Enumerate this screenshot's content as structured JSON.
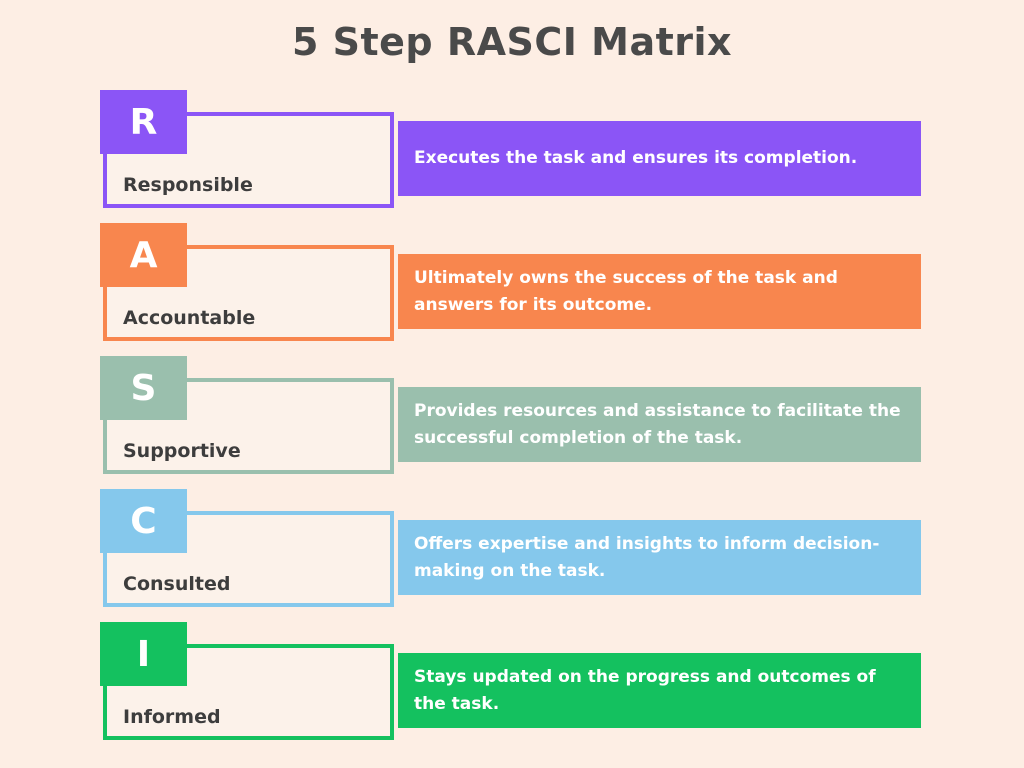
{
  "title": "5 Step RASCI Matrix",
  "colors": {
    "background": "#fdeee4",
    "title_text": "#4a4a4a",
    "label_text": "#3d3d3d",
    "box_fill": "#fcf2ea",
    "description_text": "#ffffff"
  },
  "rows": [
    {
      "letter": "R",
      "label": "Responsible",
      "description": "Executes the task and ensures its completion.",
      "color": "#8b55f6"
    },
    {
      "letter": "A",
      "label": "Accountable",
      "description": "Ultimately owns the success of the task and answers for its outcome.",
      "color": "#f8864e"
    },
    {
      "letter": "S",
      "label": "Supportive",
      "description": "Provides resources and assistance to facilitate the successful completion of the task.",
      "color": "#9abfad"
    },
    {
      "letter": "C",
      "label": "Consulted",
      "description": "Offers expertise and insights to inform decision-making on the task.",
      "color": "#85c8ec"
    },
    {
      "letter": "I",
      "label": "Informed",
      "description": "Stays updated on the progress and outcomes of the task.",
      "color": "#14c15f"
    }
  ]
}
